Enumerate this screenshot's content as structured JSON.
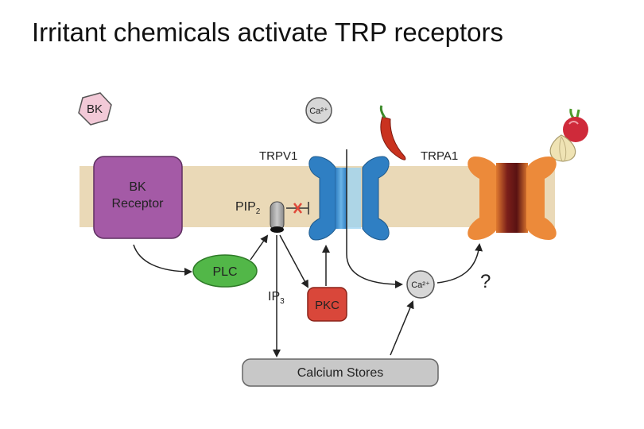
{
  "title": "Irritant chemicals activate TRP receptors",
  "labels": {
    "bk": "BK",
    "ca_top": "Ca²⁺",
    "trpv1": "TRPV1",
    "trpa1": "TRPA1",
    "bk_receptor_line1": "BK",
    "bk_receptor_line2": "Receptor",
    "pip2": "PIP",
    "pip2_sub": "2",
    "plc": "PLC",
    "ip3": "IP",
    "ip3_sub": "3",
    "pkc": "PKC",
    "ca_mid": "Ca²⁺",
    "question": "?",
    "calcium_stores": "Calcium Stores"
  },
  "colors": {
    "membrane": "#ead9b7",
    "bk_hexagon": "#f2c9d7",
    "bk_receptor": "#a45aa6",
    "plc": "#52b748",
    "pkc": "#d9473a",
    "trpv1": "#2f7fc3",
    "trpa1": "#ec8a3a",
    "calcium_ion": "#d7d7d7",
    "calcium_stores": "#c8c8c8",
    "chili": "#c9321f",
    "radish": "#cf2a3a",
    "garlic": "#efe3b4"
  }
}
